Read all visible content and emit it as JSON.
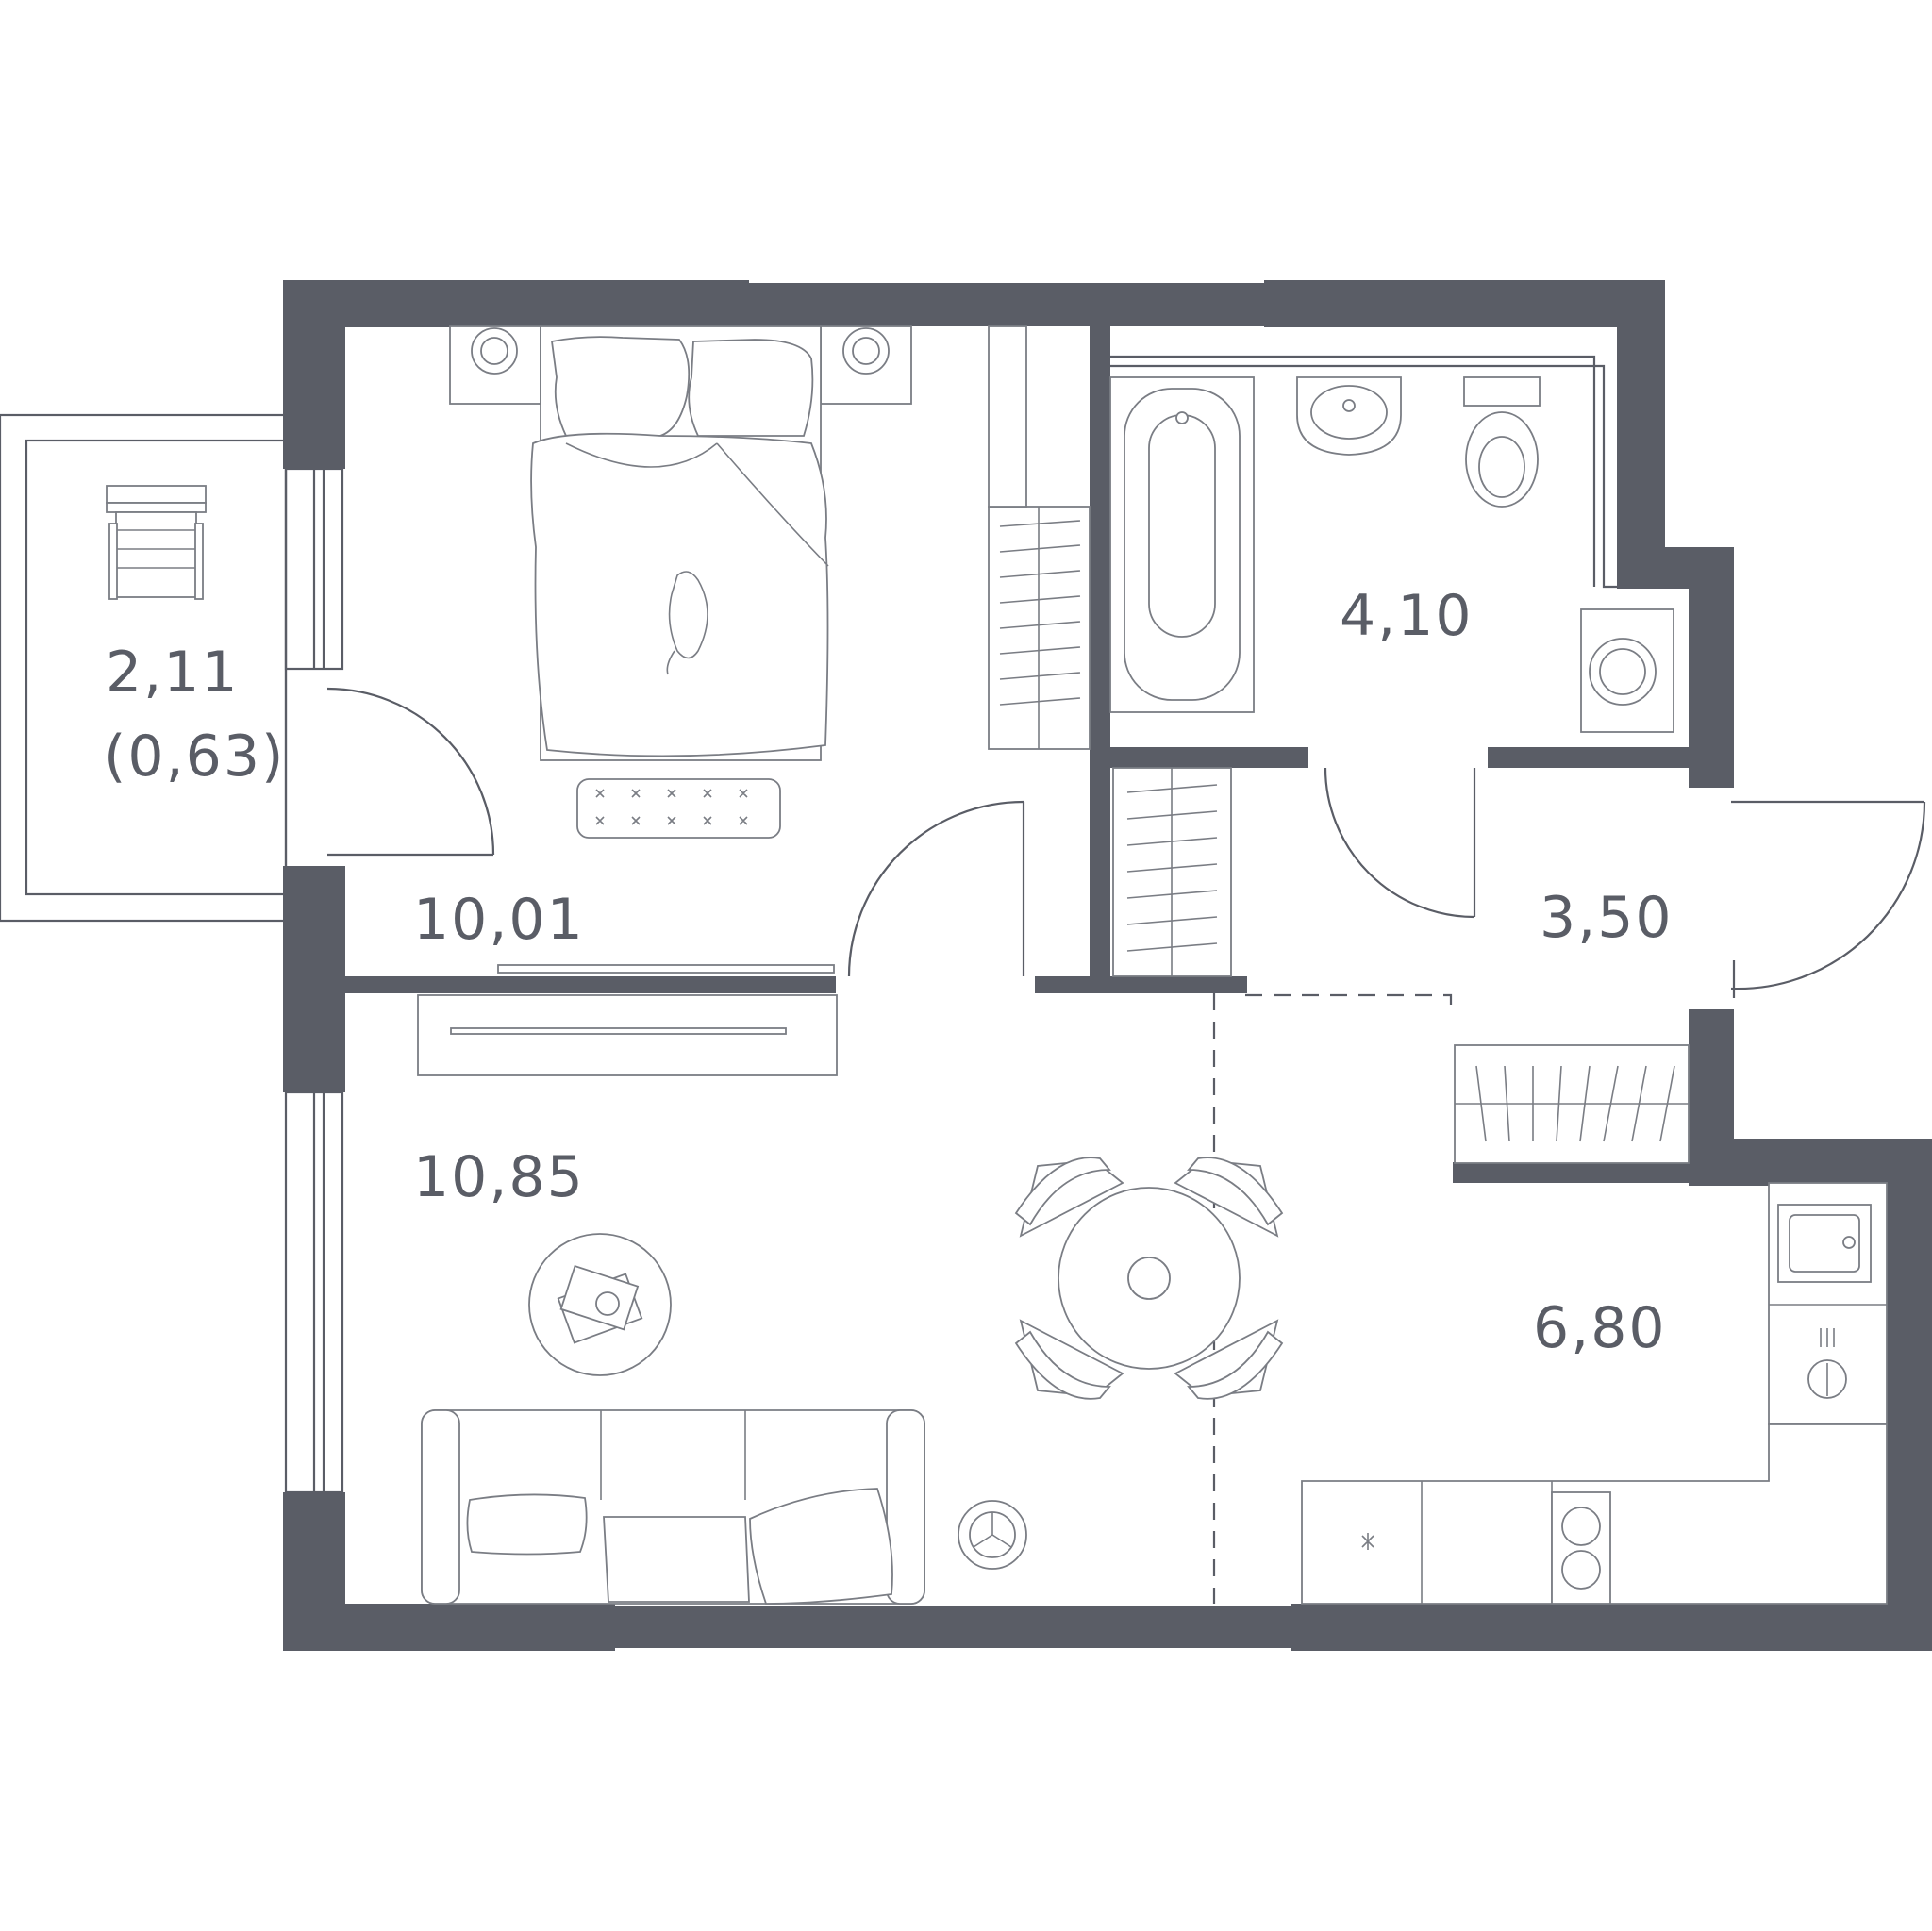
{
  "rooms": {
    "balcony": {
      "area": "2,11",
      "reduced_area": "(0,63)"
    },
    "bedroom": {
      "area": "10,01"
    },
    "living_room": {
      "area": "10,85"
    },
    "bathroom": {
      "area": "4,10"
    },
    "hallway": {
      "area": "3,50"
    },
    "kitchen": {
      "area": "6,80"
    }
  },
  "colors": {
    "wall": "#5a5d66",
    "furniture_stroke": "#7a7d84",
    "background": "#ffffff"
  }
}
